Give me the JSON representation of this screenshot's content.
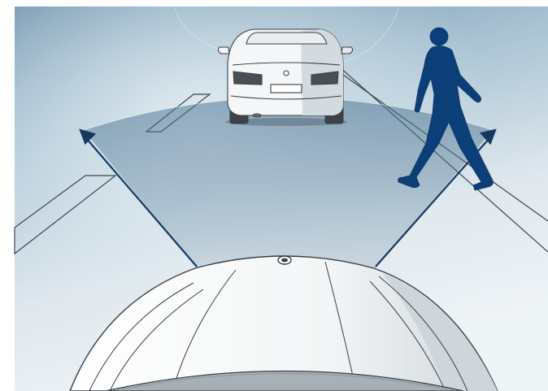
{
  "illustration": {
    "subject": "pedestrian-and-vehicle-detection-camera-view",
    "objects": [
      "ego-car-hood",
      "lead-car",
      "pedestrian",
      "camera-field-of-view",
      "lane-markings",
      "direction-arrows"
    ]
  },
  "colors": {
    "sky_top": "#6e93ad",
    "sky_mid": "#b7cfdc",
    "ground": "#e6edf1",
    "fov_fill": "#5f84a0",
    "arrow": "#17385f",
    "pedestrian": "#0c3f78",
    "car_body": "#f4f6f7",
    "car_shadow": "#c3ccd2",
    "outline": "#3a3f44"
  }
}
